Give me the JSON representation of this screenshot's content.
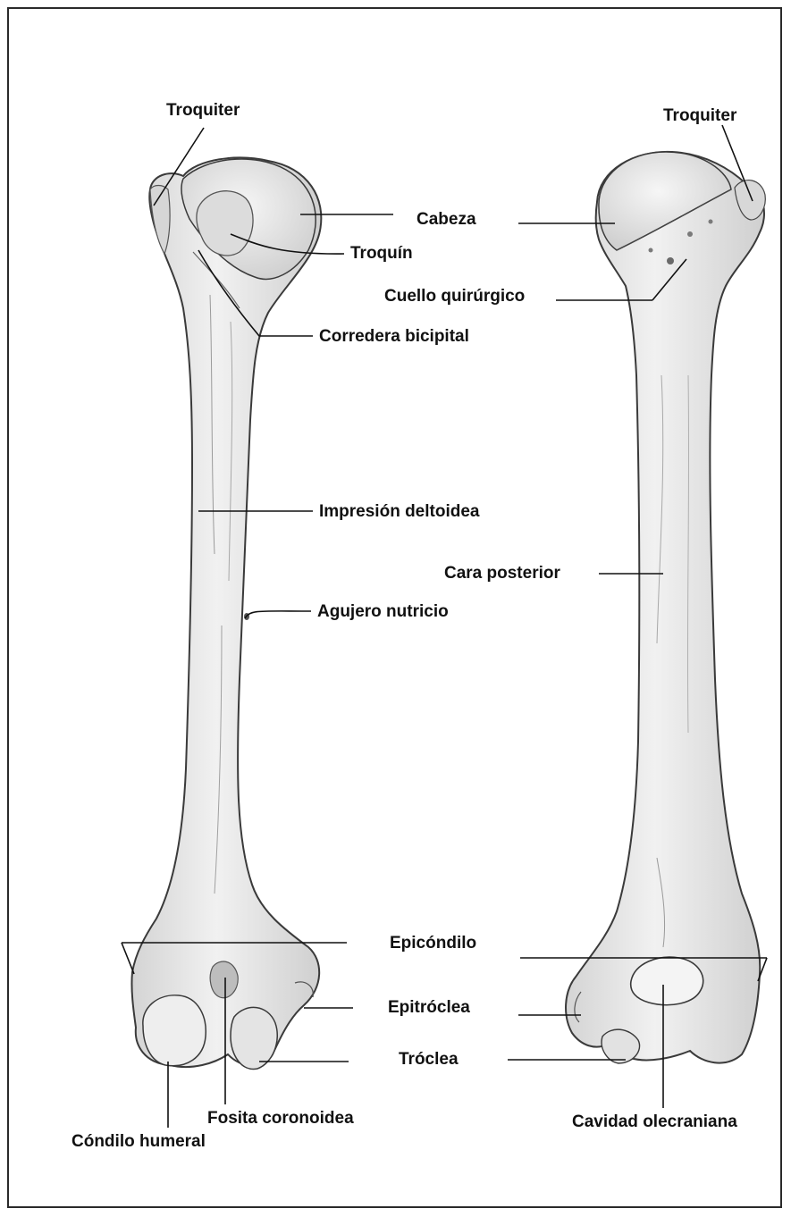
{
  "labels": {
    "troquiter_left": "Troquiter",
    "troquiter_right": "Troquiter",
    "cabeza": "Cabeza",
    "troquin": "Troquín",
    "cuello_quirurgico": "Cuello quirúrgico",
    "corredera_bicipital": "Corredera bicipital",
    "impresion_deltoidea": "Impresión deltoidea",
    "cara_posterior": "Cara posterior",
    "agujero_nutricio": "Agujero nutricio",
    "epicondilo": "Epicóndilo",
    "epitroclea": "Epitróclea",
    "troclea": "Tróclea",
    "fosita_coronoidea": "Fosita coronoidea",
    "condilo_humeral": "Cóndilo humeral",
    "cavidad_olecraniana": "Cavidad olecraniana"
  },
  "colors": {
    "border": "#2a2a2a",
    "bone_fill": "#e8e8e8",
    "bone_shade": "#c9c9c9",
    "outline": "#3a3a3a",
    "leader": "#111111"
  }
}
